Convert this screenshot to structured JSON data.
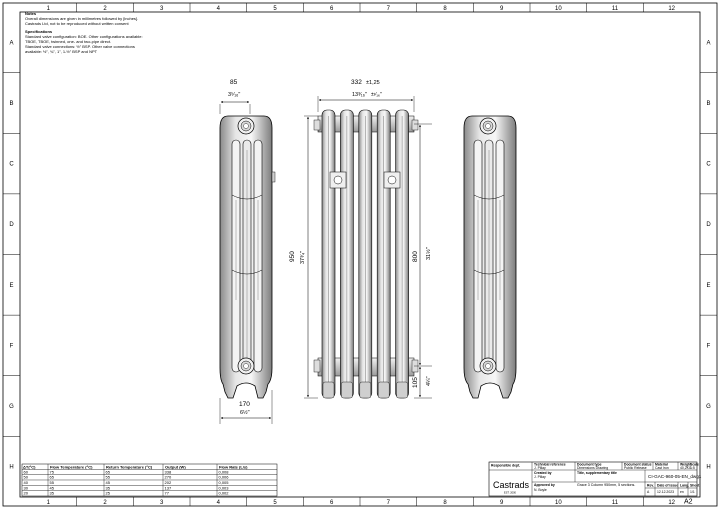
{
  "notes": {
    "title": "Notes",
    "lines": [
      "Overall dimensions are given in millimetres followed by [inches].",
      "Castrads Ltd, not to be reproduced without written consent"
    ],
    "spec_title": "Specifications",
    "spec_lines": [
      "Standard valve configuration: BOE. Other configurations available:",
      "TBOE, TBOE, twinned, one- and two-pipe direct.",
      "Standard valve connections: ½\" BSP. Other valve connections",
      "available: ½\", ¾\", 1\", 1-½\" BSP and NPT"
    ]
  },
  "frame": {
    "columns": [
      "1",
      "2",
      "3",
      "4",
      "5",
      "6",
      "7",
      "8",
      "9",
      "10",
      "11",
      "12"
    ],
    "rows": [
      "A",
      "B",
      "C",
      "D",
      "E",
      "F",
      "G",
      "H"
    ]
  },
  "dimensions": {
    "side_width_mm": "85",
    "side_width_in": "3⁵⁄₁₆\"",
    "front_width_mm": "332",
    "front_width_tol": "±1,25",
    "front_width_in": "13³⁄₁₆\"",
    "front_width_in_tol": "±¹⁄₁₆\"",
    "height_mm": "950",
    "height_in": "37³⁄₄\"",
    "centres_mm": "800",
    "centres_in": "31½\"",
    "foot_mm": "105",
    "foot_in": "4¼\"",
    "depth_mm": "170",
    "depth_in": "6½\""
  },
  "output_table": {
    "headers": [
      "ΔT(°C)",
      "Flow Temperature (°C)",
      "Return Temperature (°C)",
      "Output (W)",
      "Flow Rate (L/s)"
    ],
    "rows": [
      [
        "60",
        "75",
        "65",
        "338",
        "0,008"
      ],
      [
        "50",
        "65",
        "55",
        "270",
        "0,006"
      ],
      [
        "40",
        "55",
        "45",
        "202",
        "0,005"
      ],
      [
        "30",
        "45",
        "35",
        "137",
        "0,003"
      ],
      [
        "20",
        "35",
        "25",
        "77",
        "0,002"
      ]
    ]
  },
  "title_block": {
    "responsible_label": "Responsible dept.",
    "technical_ref_label": "Technical reference",
    "technical_ref_value": "J. Pillay",
    "doc_type_label": "Document type",
    "doc_type_value": "Dimensions Drawing",
    "doc_status_label": "Document status",
    "doc_status_value": "Public Release",
    "material_label": "Material",
    "material_value": "Cast Iron",
    "weight_label": "Weight",
    "weight_value": "40,2KG",
    "scale_label": "Scale",
    "scale_value": "1:5",
    "created_label": "Created by",
    "created_value": "J. Pillay",
    "title_label": "Title, supplementary title",
    "title_value": "Grace 3 Column 950mm, 5 sections.",
    "drawing_no": "CI-GAC-960-05-EN_dwg1",
    "approved_label": "Approved by",
    "approved_value": "N. Boyle",
    "rev_label": "Rev.",
    "rev_value": "A",
    "date_label": "Date of issue",
    "date_value": "12.12.2023",
    "lang_label": "Lang.",
    "lang_value": "en",
    "sheet_label": "Sheet",
    "sheet_value": "1/1",
    "logo": "Castrads",
    "logo_sub": "EST. 2000",
    "size": "A2"
  }
}
